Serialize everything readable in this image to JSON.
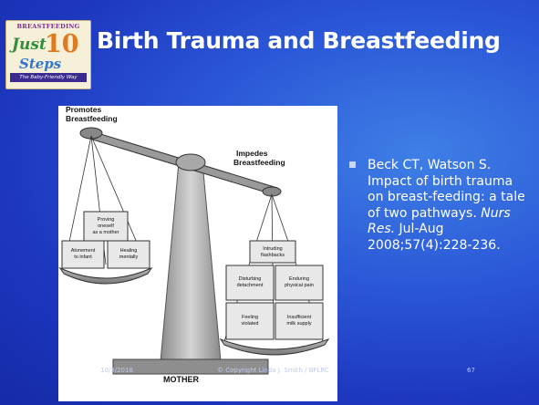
{
  "slide": {
    "title": "Birth Trauma and Breastfeeding",
    "logo": {
      "arc_text": "BREASTFEEDING",
      "word_just": "Just",
      "number": "10",
      "word_steps": "Steps",
      "tagline": "The Baby-Friendly Way"
    },
    "figure": {
      "left_top_label_line1": "Promotes",
      "left_top_label_line2": "Breastfeeding",
      "right_top_label_line1": "Impedes",
      "right_top_label_line2": "Breastfeeding",
      "base_label": "MOTHER",
      "left_pan": [
        [
          "Proving",
          "oneself",
          "as a mother"
        ],
        [
          "Atonement",
          "to infant"
        ],
        [
          "Healing",
          "mentally"
        ]
      ],
      "right_pan": [
        [
          "Intruding",
          "flashbacks"
        ],
        [
          "Disturbing",
          "detachment"
        ],
        [
          "Enduring",
          "physical pain"
        ],
        [
          "Feeling",
          "violated"
        ],
        [
          "Insufficient",
          "milk supply"
        ]
      ]
    },
    "reference": {
      "authors": "Beck CT, Watson S.",
      "title": "Impact of birth trauma on breast-feeding: a tale of two pathways.",
      "journal": "Nurs Res.",
      "details": "Jul-Aug 2008;57(4):228-236."
    },
    "footer": {
      "date": "10/3/2018",
      "copyright": "© Copyright Linda J. Smith / BFLRC",
      "page_number": "67"
    },
    "colors": {
      "background": "#2c5ad8",
      "title_text": "#ffffff",
      "bullet_mark": "#cfd6f4"
    }
  }
}
